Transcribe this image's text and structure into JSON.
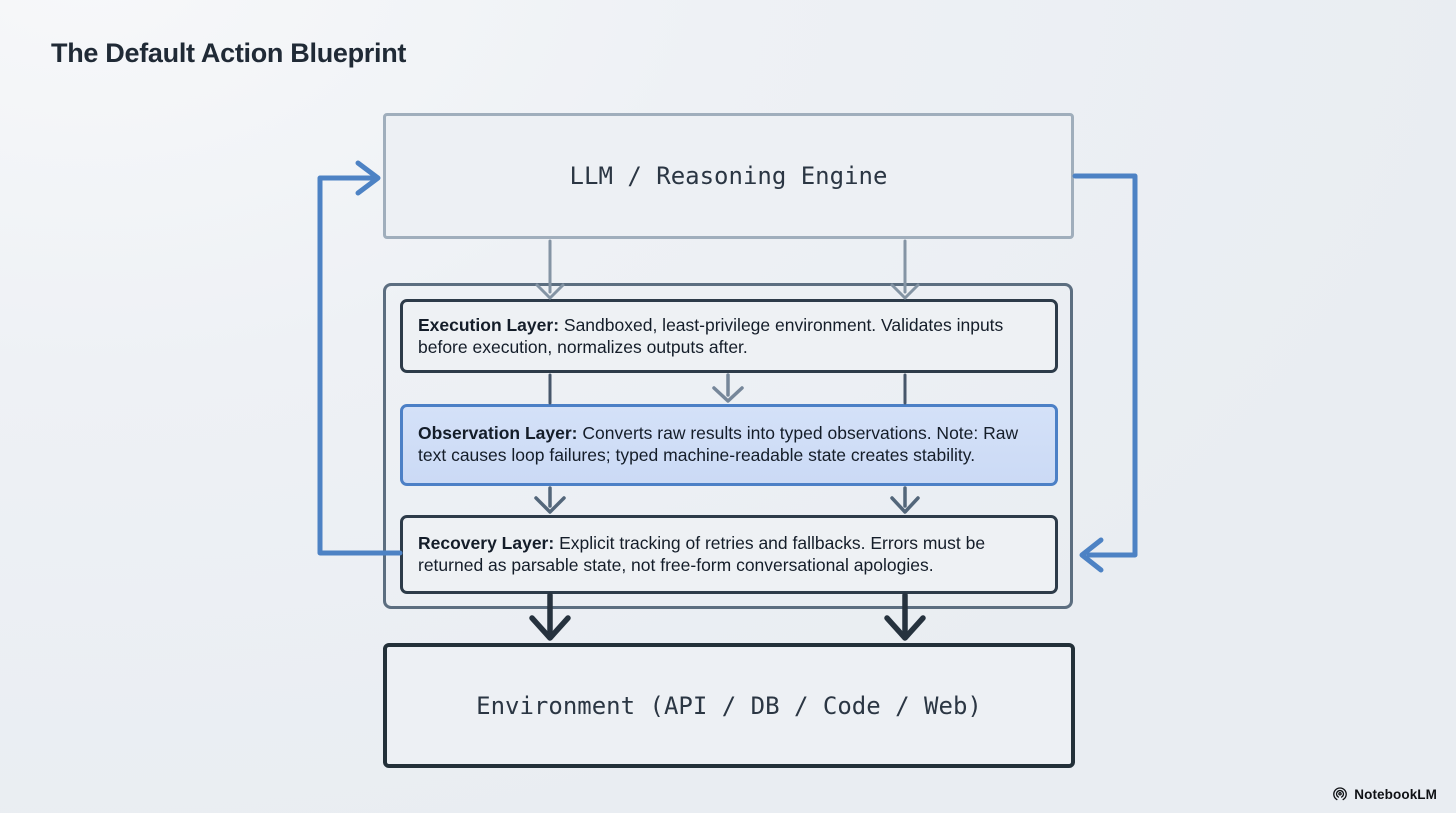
{
  "page": {
    "title": "The Default Action Blueprint"
  },
  "diagram": {
    "llm_box": {
      "label": "LLM / Reasoning Engine"
    },
    "layers": [
      {
        "name": "Execution Layer:",
        "description": "Sandboxed, least-privilege environment. Validates inputs before execution, normalizes outputs after.",
        "highlighted": false
      },
      {
        "name": "Observation Layer:",
        "description": "Converts raw results into typed observations. Note: Raw text causes loop failures; typed machine-readable state creates stability.",
        "highlighted": true
      },
      {
        "name": "Recovery Layer:",
        "description": "Explicit tracking of retries and fallbacks. Errors must be returned as parsable state, not free-form conversational apologies.",
        "highlighted": false
      }
    ],
    "environment_box": {
      "label": "Environment (API / DB / Code / Web)"
    },
    "flows": {
      "feedback_loop_left": "Recovery Layer to LLM / Reasoning Engine",
      "dispatch_loop_right": "LLM / Reasoning Engine to Recovery Layer",
      "llm_to_layers": "two down arrows",
      "layers_to_environment": "two down arrows"
    }
  },
  "branding": {
    "logo_label": "NotebookLM"
  },
  "colors": {
    "highlight_fill": "#cfdef6",
    "highlight_border": "#4c80c6",
    "loop_arrow_blue": "#4d82c4",
    "box_border_dark": "#2d3b49",
    "container_border": "#5c6e80",
    "llm_border": "#a0aebc",
    "flow_arrow_gray": "#8494a4",
    "flow_arrow_dark": "#26323e"
  }
}
